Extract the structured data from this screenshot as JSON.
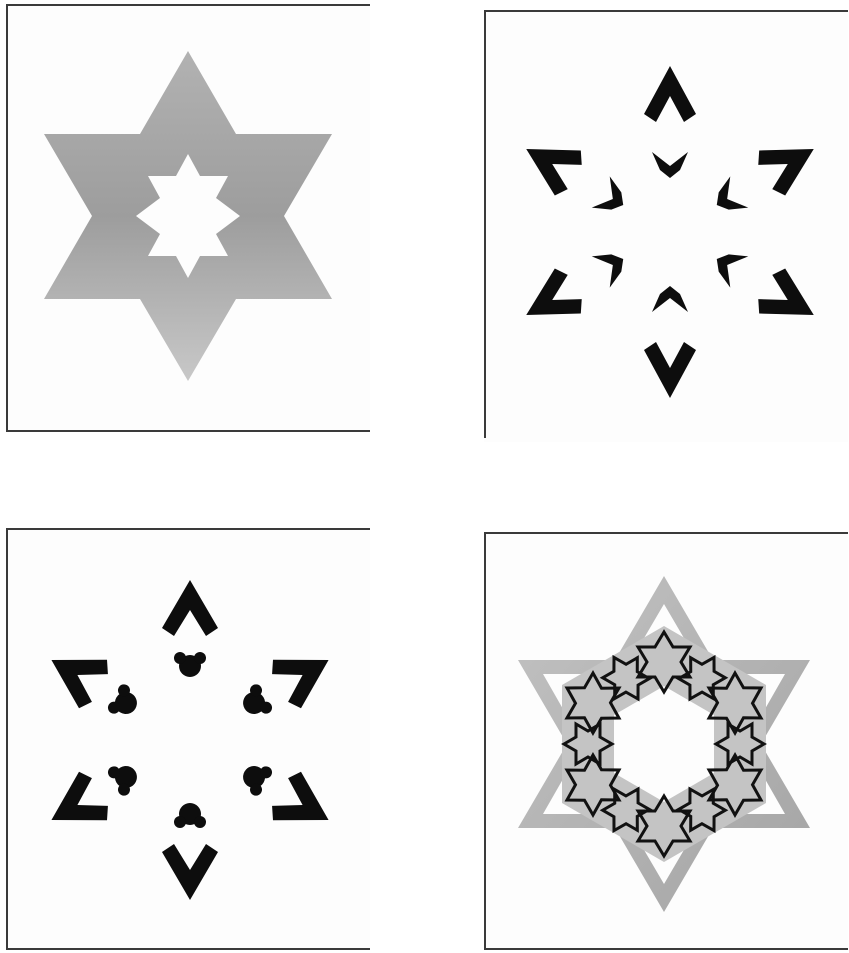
{
  "figure": {
    "panels": [
      {
        "name": "panel-top-left",
        "motif": "solid-hexagram-with-snowflake-hole",
        "tone": "gray"
      },
      {
        "name": "panel-top-right",
        "motif": "hexagram-chevrons-and-arrowheads",
        "tone": "black"
      },
      {
        "name": "panel-bottom-left",
        "motif": "hexagram-chevrons-and-rounded-blobs",
        "tone": "black"
      },
      {
        "name": "panel-bottom-right",
        "motif": "hexagram-with-fractal-star-ring",
        "tone": "gray-and-black"
      }
    ],
    "colors": {
      "paper": "#fdfdfd",
      "frame": "#3a3a3a",
      "gray_fill": "#a8a8a8",
      "light_gray": "#c4c4c4",
      "black_fill": "#0d0d0d"
    }
  }
}
